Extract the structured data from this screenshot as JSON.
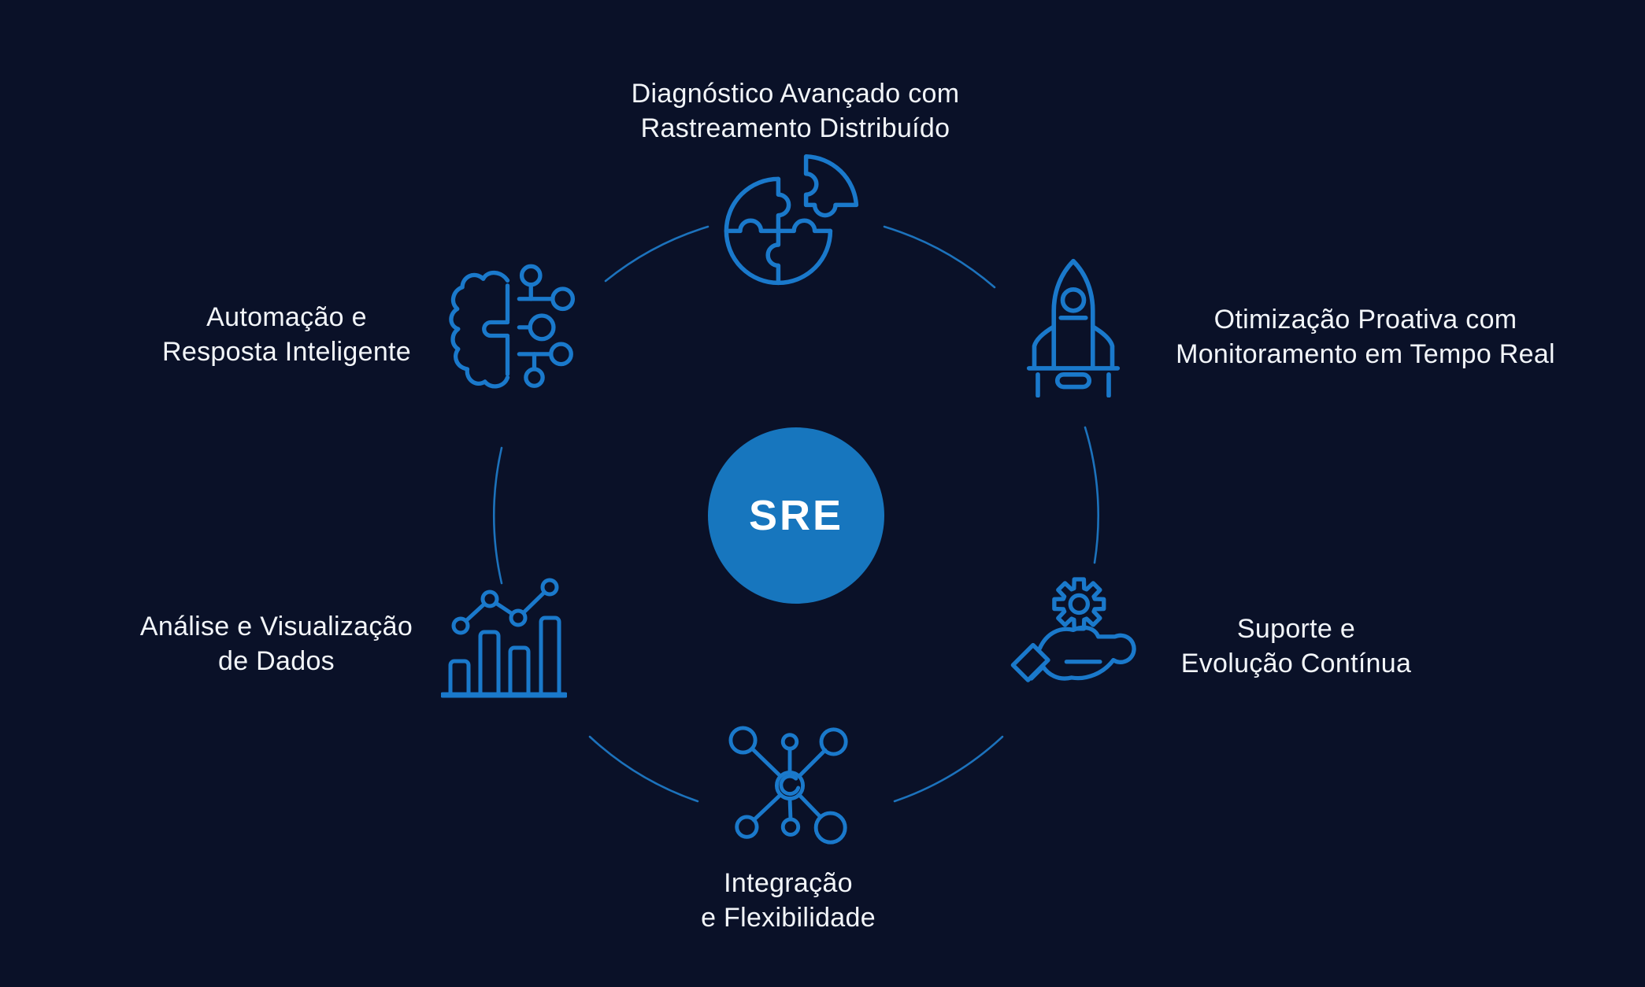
{
  "center": {
    "label": "SRE"
  },
  "colors": {
    "background": "#0a1128",
    "accent": "#1a79cb",
    "ring": "#1e78c4",
    "hub_fill": "#1776be",
    "text": "#f2f5f9"
  },
  "items": [
    {
      "id": "diagnostico",
      "icon": "puzzle-icon",
      "lines": [
        "Diagnóstico Avançado com",
        "Rastreamento Distribuído"
      ]
    },
    {
      "id": "otimizacao",
      "icon": "rocket-icon",
      "lines": [
        "Otimização Proativa com",
        "Monitoramento em Tempo Real"
      ]
    },
    {
      "id": "suporte",
      "icon": "hand-gear-icon",
      "lines": [
        "Suporte e",
        "Evolução Contínua"
      ]
    },
    {
      "id": "integracao",
      "icon": "network-hub-icon",
      "lines": [
        "Integração",
        "e Flexibilidade"
      ]
    },
    {
      "id": "analise",
      "icon": "bar-chart-icon",
      "lines": [
        "Análise e Visualização",
        "de Dados"
      ]
    },
    {
      "id": "automacao",
      "icon": "brain-circuit-icon",
      "lines": [
        "Automação e",
        "Resposta Inteligente"
      ]
    }
  ]
}
